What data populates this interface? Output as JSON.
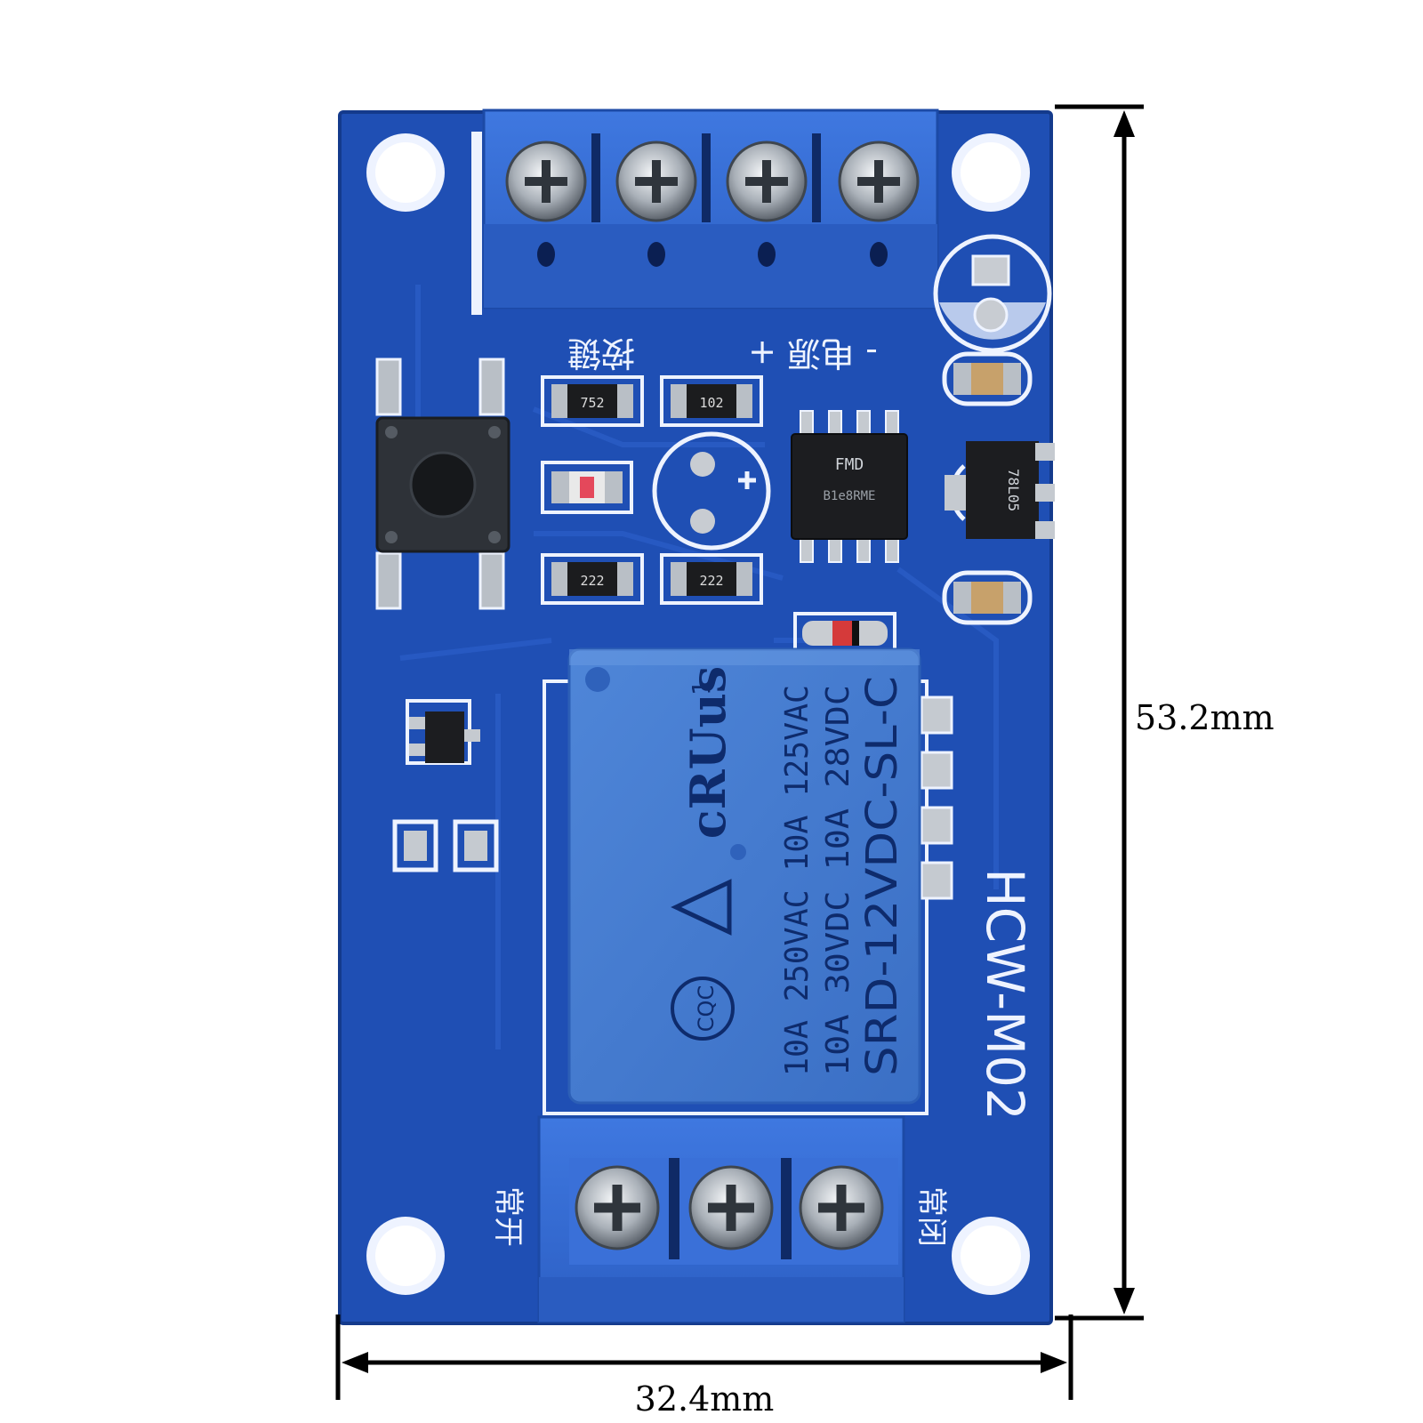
{
  "dimensions": {
    "height_label": "53.2mm",
    "width_label": "32.4mm"
  },
  "board": {
    "model_label": "HCW-M02",
    "pcb_color": "#1f4fb4",
    "silkscreen_color": "#eef3ff"
  },
  "silkscreen": {
    "button_label": "按键",
    "power_label": "- 电源 +",
    "normally_open_label": "常开",
    "normally_closed_label": "常闭"
  },
  "components": {
    "resistor_1": "752",
    "resistor_2": "102",
    "resistor_3": "222",
    "resistor_4": "222",
    "ic_brand": "FMD",
    "ic_code": "B1e8RME",
    "regulator_code": "78L05"
  },
  "relay": {
    "line1": "10A 250VAC 10A 125VAC",
    "line2": "10A 30VDC 10A 28VDC",
    "line3": "SRD-12VDC-SL-C",
    "pin_mark": "1"
  }
}
